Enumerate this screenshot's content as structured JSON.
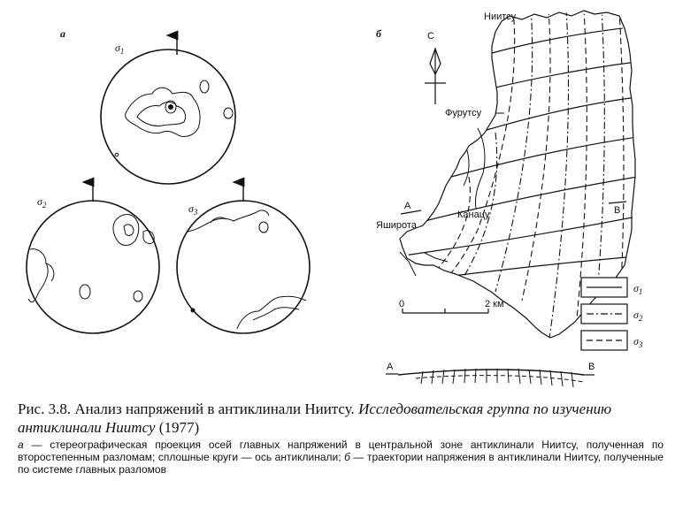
{
  "figure": {
    "panel_a": {
      "label": "а",
      "stereonets": [
        {
          "id": "s1",
          "sigma": "σ",
          "sub": "1"
        },
        {
          "id": "s2",
          "sigma": "σ",
          "sub": "2"
        },
        {
          "id": "s3",
          "sigma": "σ",
          "sub": "3"
        }
      ]
    },
    "panel_b": {
      "label": "б",
      "north": "С",
      "places": {
        "niitsu": "Ниитсу",
        "furutsu": "Фурутсу",
        "kanatsu": "Канацу",
        "yashirota": "Яширота"
      },
      "section_a": "А",
      "section_b": "В",
      "scale": {
        "start": "0",
        "end": "2 км"
      },
      "legend": [
        {
          "style": "solid",
          "sigma": "σ",
          "sub": "1"
        },
        {
          "style": "dash-dot",
          "sigma": "σ",
          "sub": "2"
        },
        {
          "style": "dashed",
          "sigma": "σ",
          "sub": "3"
        }
      ],
      "profile": {
        "left": "А",
        "right": "В"
      }
    }
  },
  "caption": {
    "prefix": "Рис. 3.8. Анализ напряжений в антиклинали Ниитсу.",
    "italic": "Исследовательская группа по изучению антиклинали Ниитсу",
    "suffix": "(1977)",
    "detail_a_label": "а",
    "detail_a": " — стереографическая проекция осей главных напряжений в центральной зоне антиклинали Ниитсу, полученная по второстепенным разломам; сплошные круги — ось антиклинали; ",
    "detail_b_label": "б",
    "detail_b": " — траектории напряжения в антиклинали Ниитсу, полученные по системе главных разломов"
  }
}
